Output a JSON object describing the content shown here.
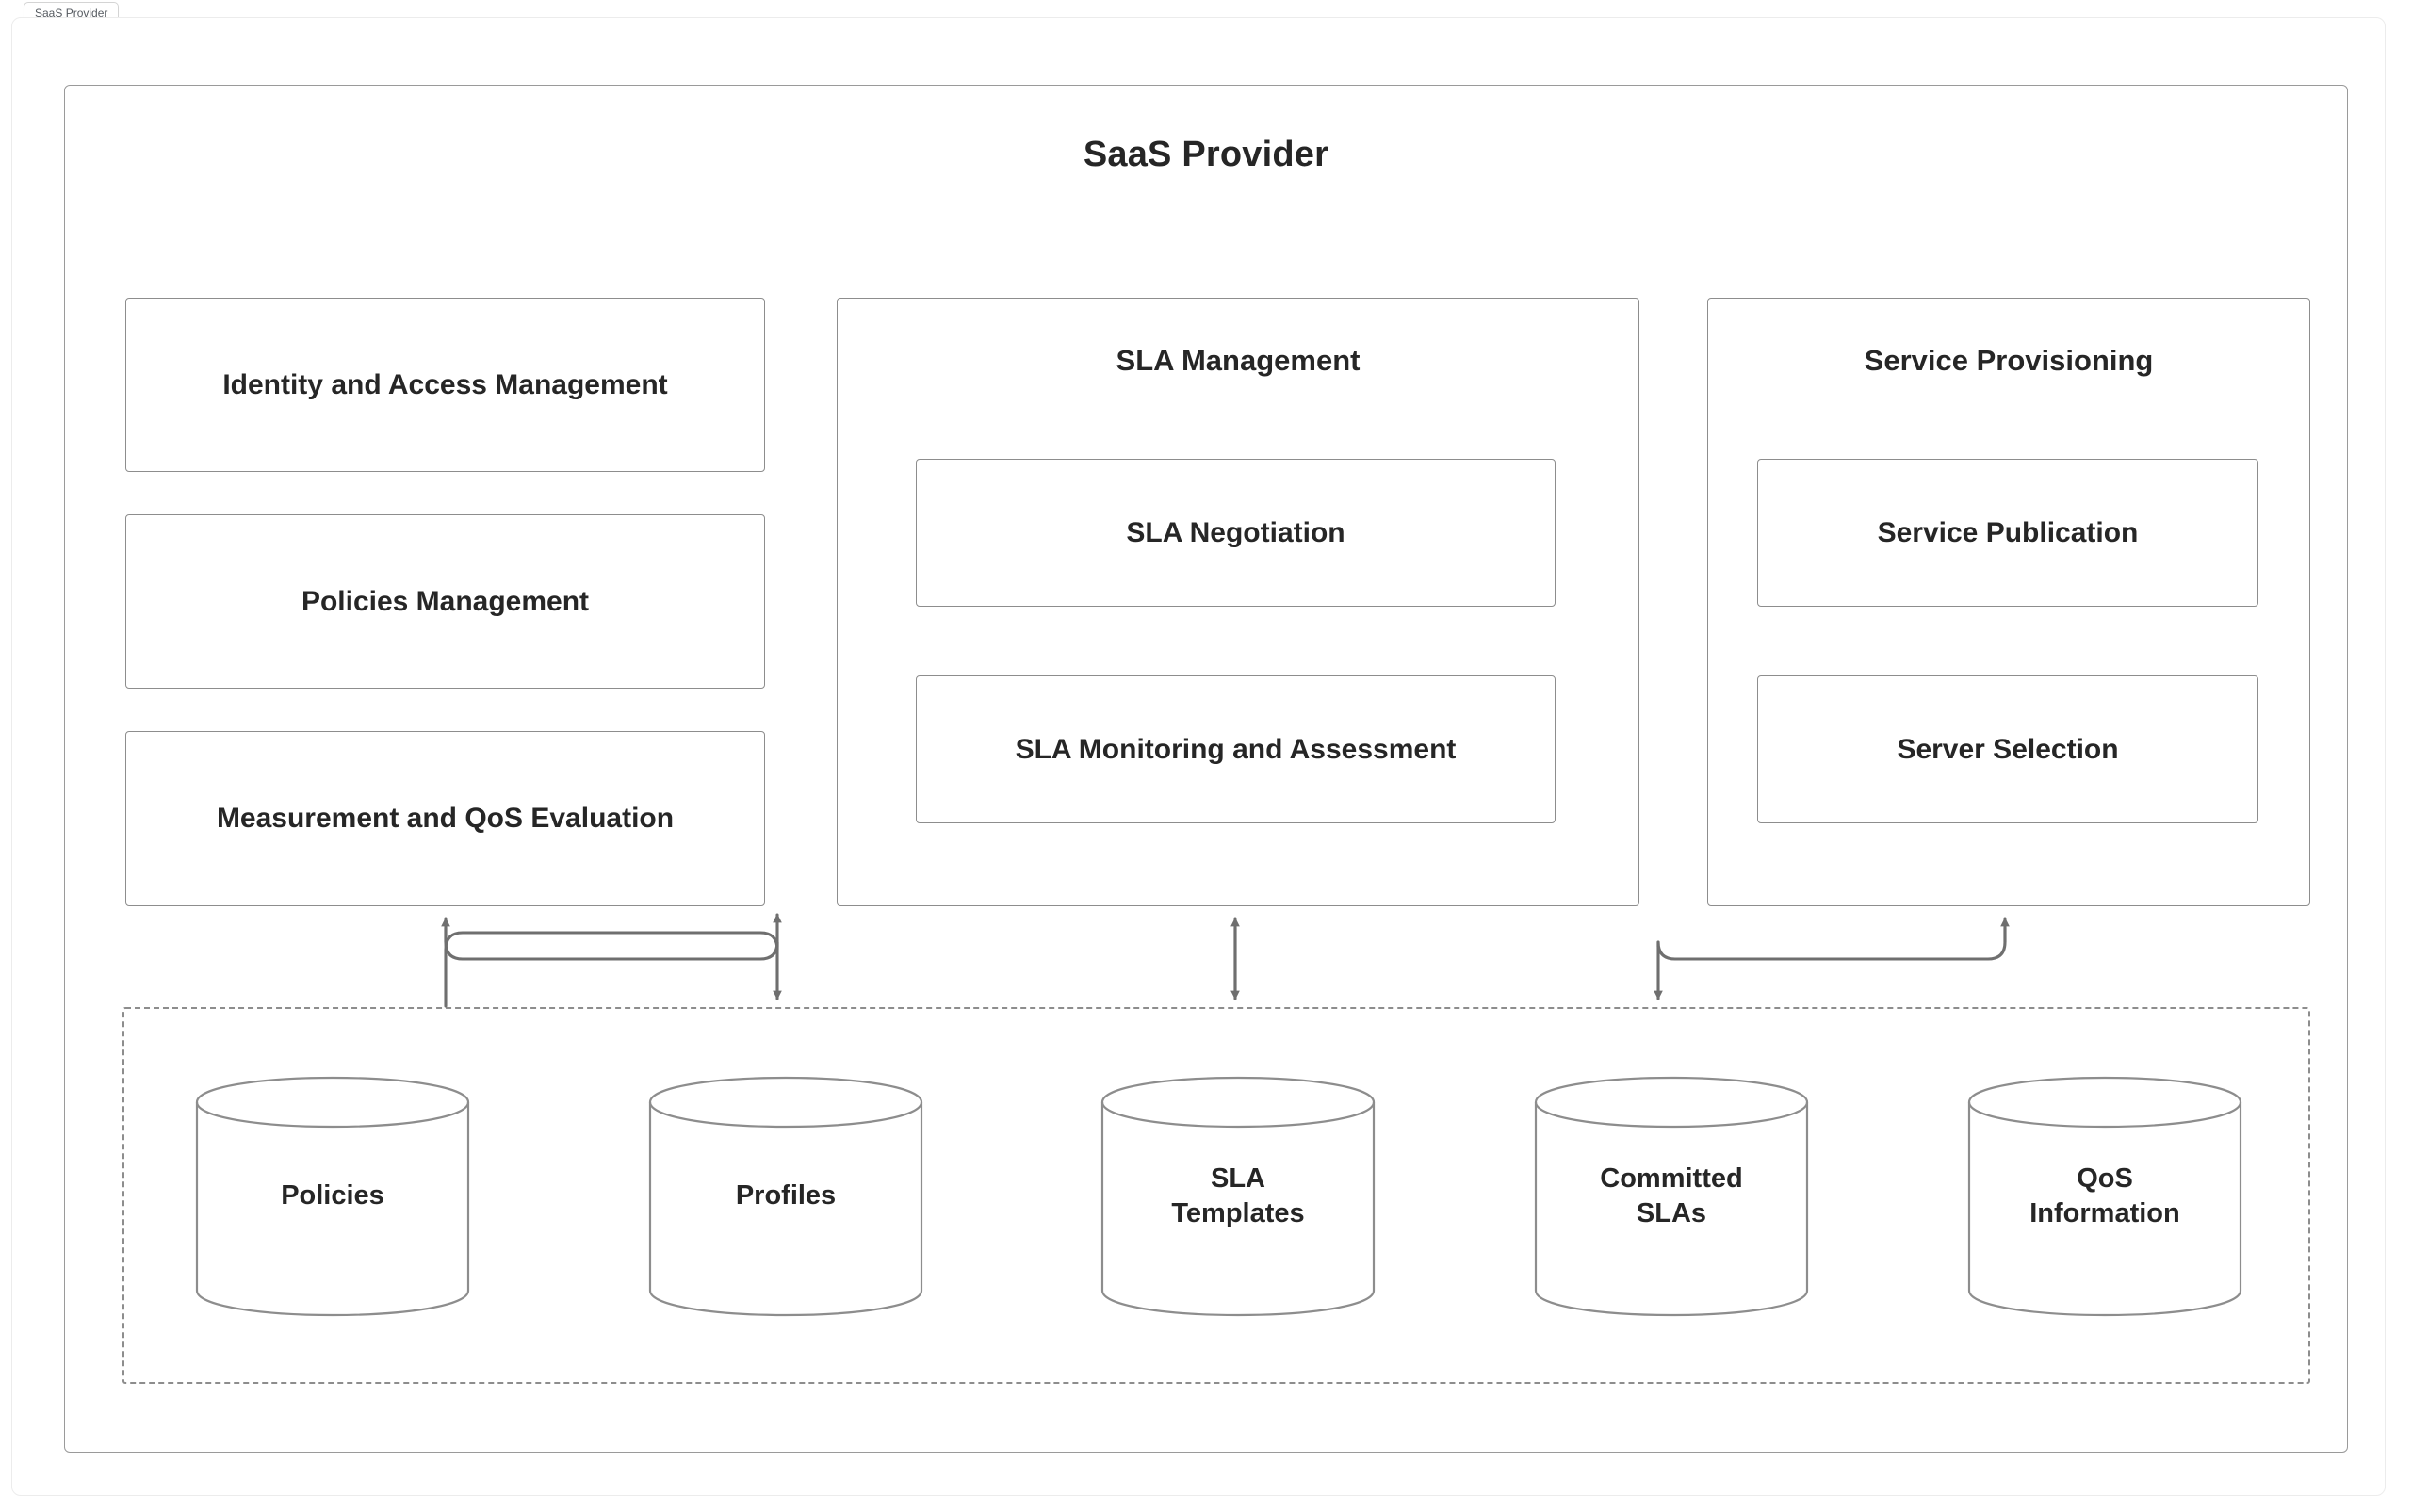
{
  "tab": {
    "label": "SaaS Provider"
  },
  "diagram": {
    "title": "SaaS Provider",
    "left_column": [
      {
        "label": "Identity and Access Management"
      },
      {
        "label": "Policies Management"
      },
      {
        "label": "Measurement and QoS Evaluation"
      }
    ],
    "sla_group": {
      "title": "SLA Management",
      "items": [
        {
          "label": "SLA Negotiation"
        },
        {
          "label": "SLA Monitoring and Assessment"
        }
      ]
    },
    "provisioning_group": {
      "title": "Service Provisioning",
      "items": [
        {
          "label": "Service Publication"
        },
        {
          "label": "Server Selection"
        }
      ]
    },
    "repositories": [
      {
        "line1": "Policies",
        "line2": ""
      },
      {
        "line1": "Profiles",
        "line2": ""
      },
      {
        "line1": "SLA",
        "line2": "Templates"
      },
      {
        "line1": "Committed",
        "line2": "SLAs"
      },
      {
        "line1": "QoS",
        "line2": "Information"
      }
    ],
    "colors": {
      "stroke": "#8d8d8d",
      "text": "#262626",
      "background": "#ffffff",
      "frame": "#ececec",
      "chip_border": "#d4d4d4"
    }
  }
}
